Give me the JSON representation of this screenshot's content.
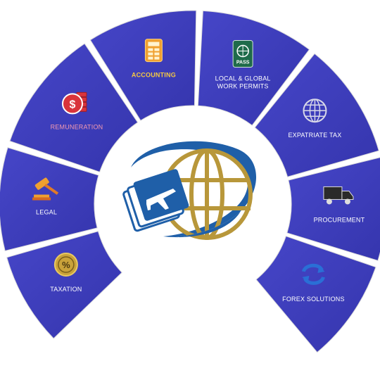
{
  "colors": {
    "segment": "#3f3fbf",
    "segment_light": "#4b4bcc",
    "gap": "#e8e8e8",
    "label_white": "#ffffff",
    "label_yellow": "#f5c842",
    "label_pink": "#f59ab0",
    "logo_blue": "#1f5fa8",
    "logo_gold": "#b8973a"
  },
  "segments": [
    {
      "id": "taxation",
      "label": [
        "TAXATION"
      ],
      "icon": "percent-coin-icon",
      "label_style": "white"
    },
    {
      "id": "legal",
      "label": [
        "LEGAL"
      ],
      "icon": "gavel-icon",
      "label_style": "white"
    },
    {
      "id": "remuneration",
      "label": [
        "REMUNERATION"
      ],
      "icon": "dollar-coins-icon",
      "label_style": "pink"
    },
    {
      "id": "accounting",
      "label": [
        "ACCOUNTING"
      ],
      "icon": "calculator-icon",
      "label_style": "yellow"
    },
    {
      "id": "work-permits",
      "label": [
        "LOCAL & GLOBAL",
        "WORK PERMITS"
      ],
      "icon": "passport-icon",
      "label_style": "white"
    },
    {
      "id": "expatriate-tax",
      "label": [
        "EXPATRIATE TAX"
      ],
      "icon": "globe-icon",
      "label_style": "white"
    },
    {
      "id": "procurement",
      "label": [
        "PROCUREMENT"
      ],
      "icon": "truck-icon",
      "label_style": "white"
    },
    {
      "id": "forex",
      "label": [
        "FOREX SOLUTIONS"
      ],
      "icon": "exchange-arrows-icon",
      "label_style": "white"
    }
  ],
  "center_logo": {
    "icon": "globe-passport-plane-logo"
  },
  "passport_badge": "PASS"
}
